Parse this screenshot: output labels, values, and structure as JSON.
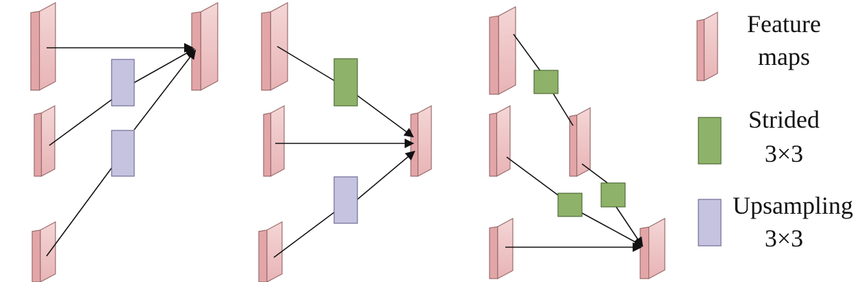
{
  "colors": {
    "feature_front": "#f0c8c8",
    "feature_side": "#e3a6a8",
    "feature_edge": "#9a6a6a",
    "strided_fill": "#8fb26a",
    "strided_edge": "#4e6b35",
    "upsampling_fill": "#c6c3e0",
    "upsampling_edge": "#6f6b95",
    "line": "#111111"
  },
  "legend": {
    "feature_maps": {
      "line1": "Feature",
      "line2": "maps",
      "icon": "feature-map-icon"
    },
    "strided": {
      "line1": "Strided",
      "line2": "3×3",
      "icon": "strided-conv-icon"
    },
    "upsampling": {
      "line1": "Upsampling",
      "line2": "3×3",
      "icon": "upsampling-icon"
    }
  }
}
